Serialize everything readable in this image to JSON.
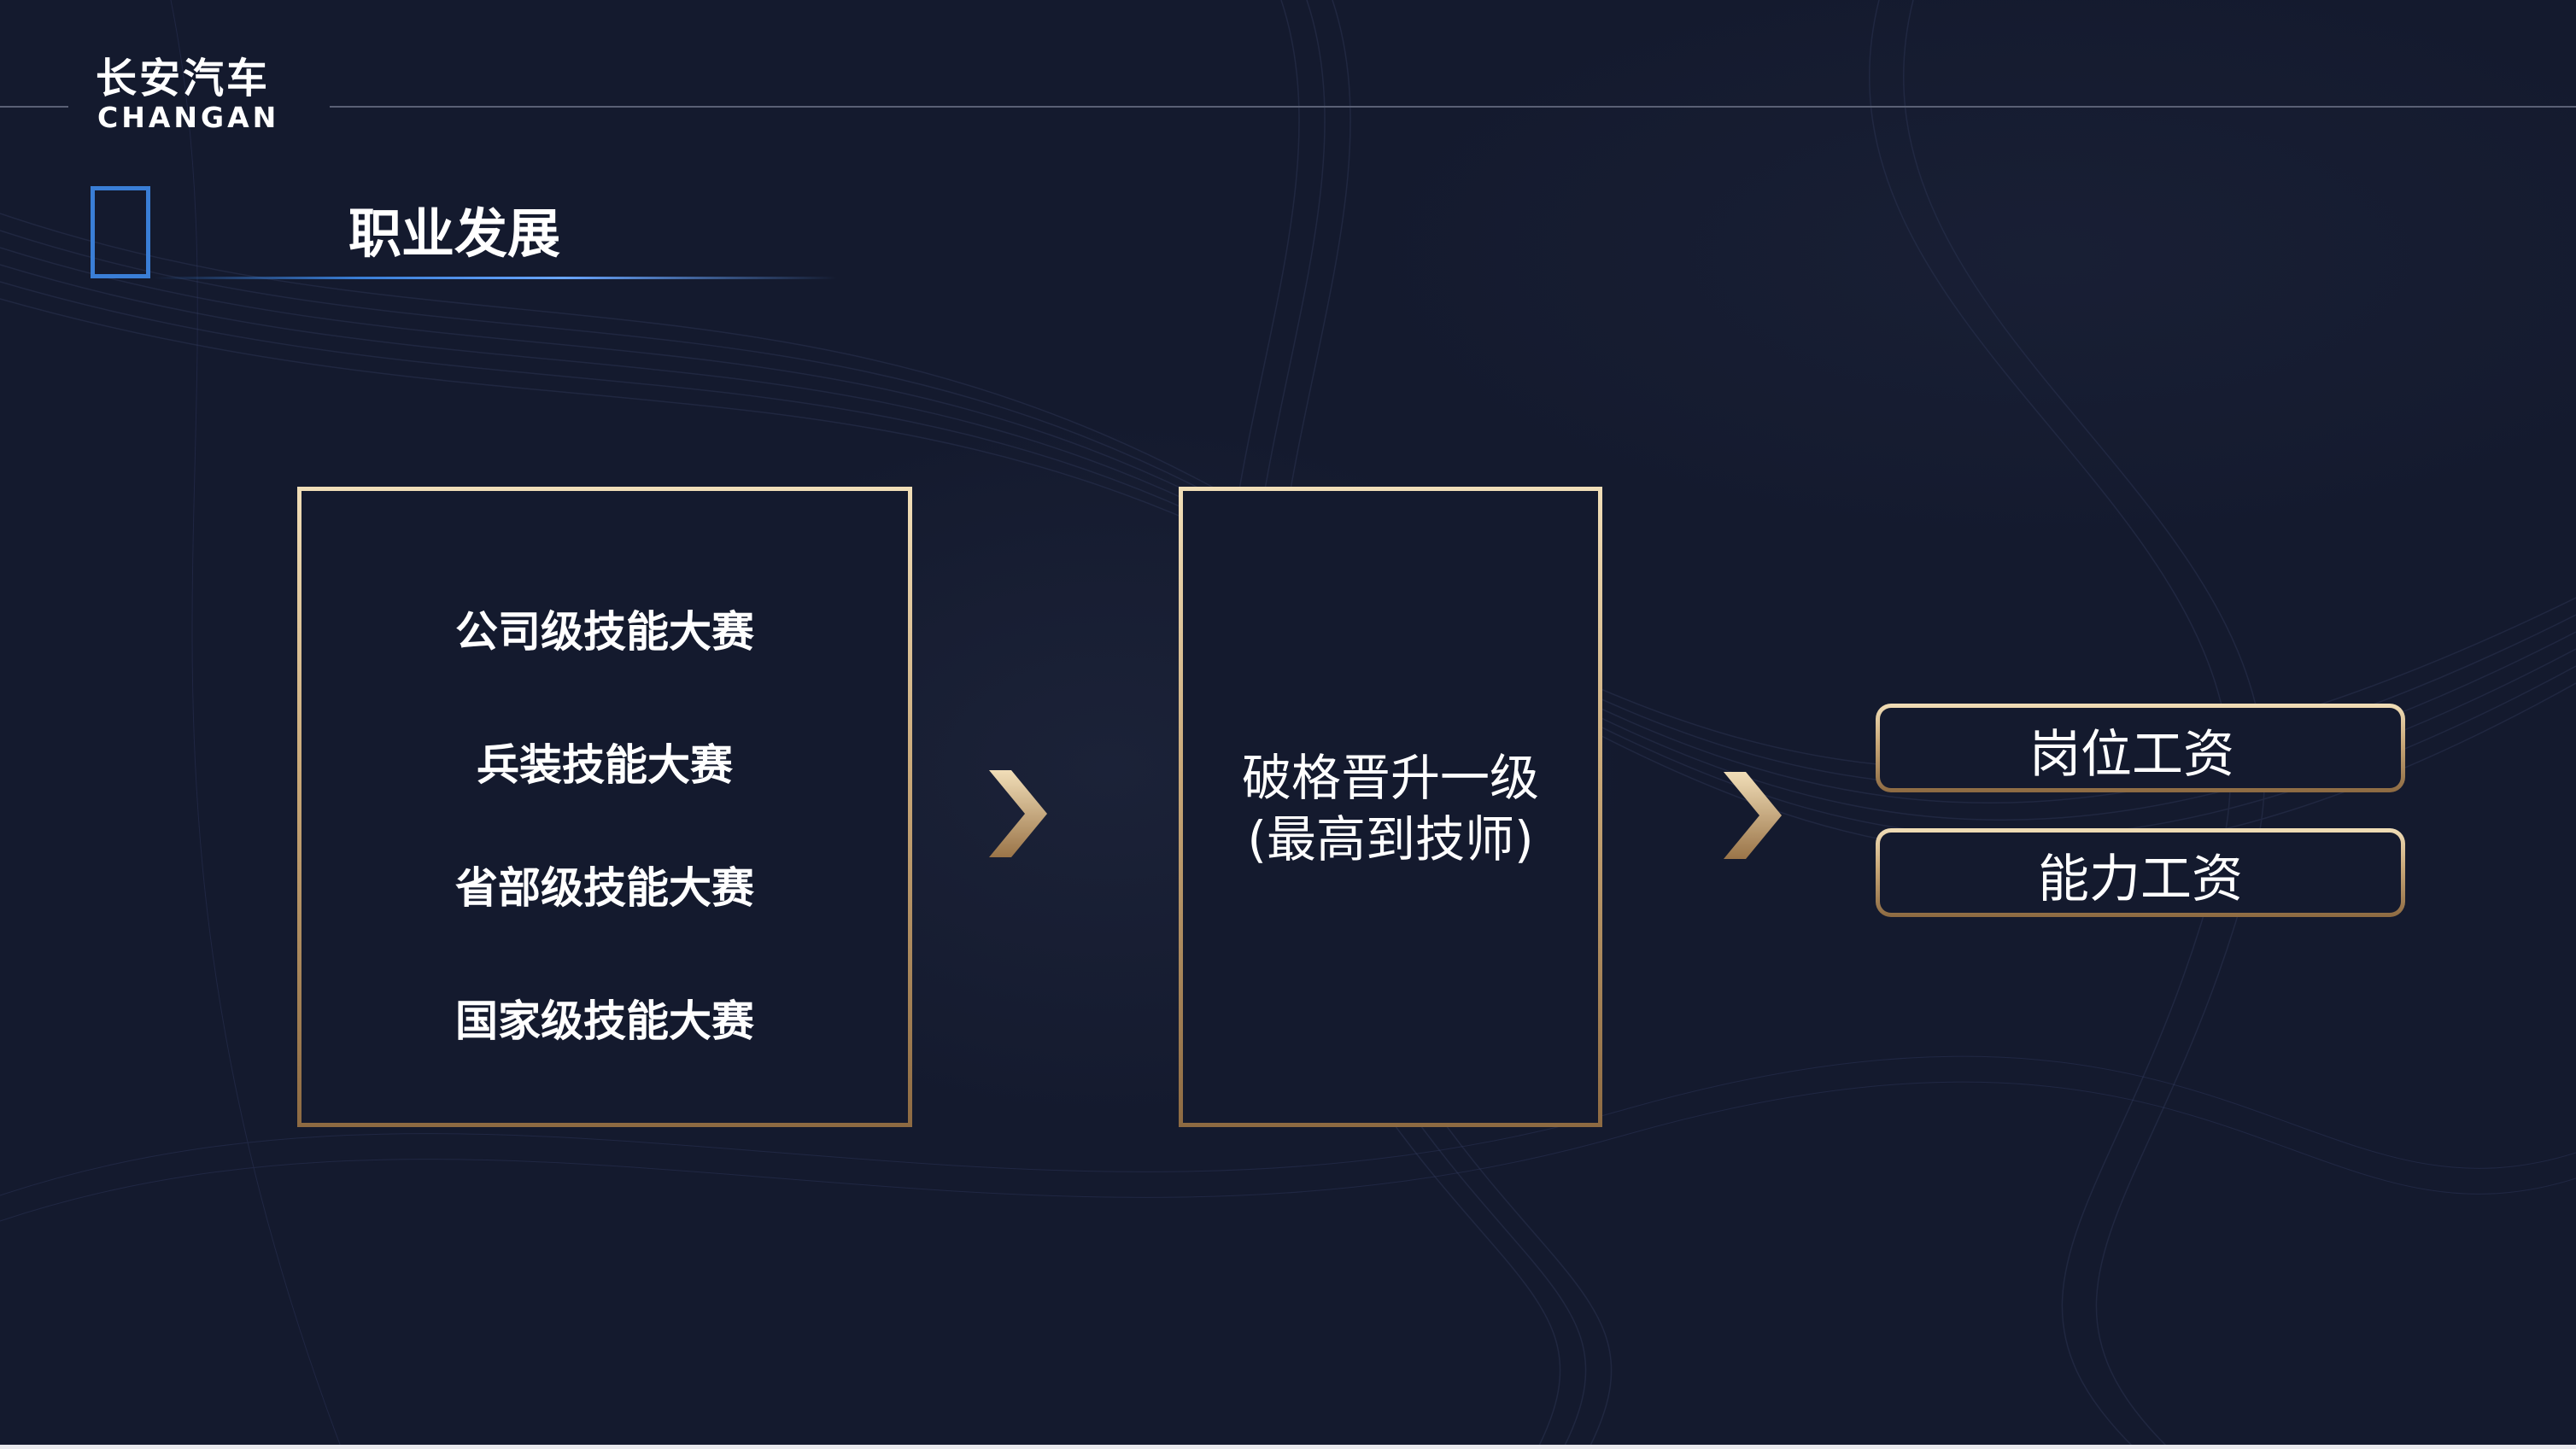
{
  "brand": {
    "logo_cn": "长安汽车",
    "logo_en": "CHANGAN"
  },
  "header": {
    "title": "职业发展"
  },
  "competitions": {
    "items": [
      "公司级技能大赛",
      "兵装技能大赛",
      "省部级技能大赛",
      "国家级技能大赛"
    ]
  },
  "promotion": {
    "line1": "破格晋升一级",
    "line2": "(最高到技师)"
  },
  "rewards": {
    "items": [
      "岗位工资",
      "能力工资"
    ]
  },
  "colors": {
    "background": "#141a2e",
    "gold_light": "#f1deb8",
    "gold_dark": "#8d6a42",
    "accent_blue": "#3a7ed6",
    "text": "#ffffff"
  },
  "icons": {
    "arrow": "chevron-right-icon"
  }
}
